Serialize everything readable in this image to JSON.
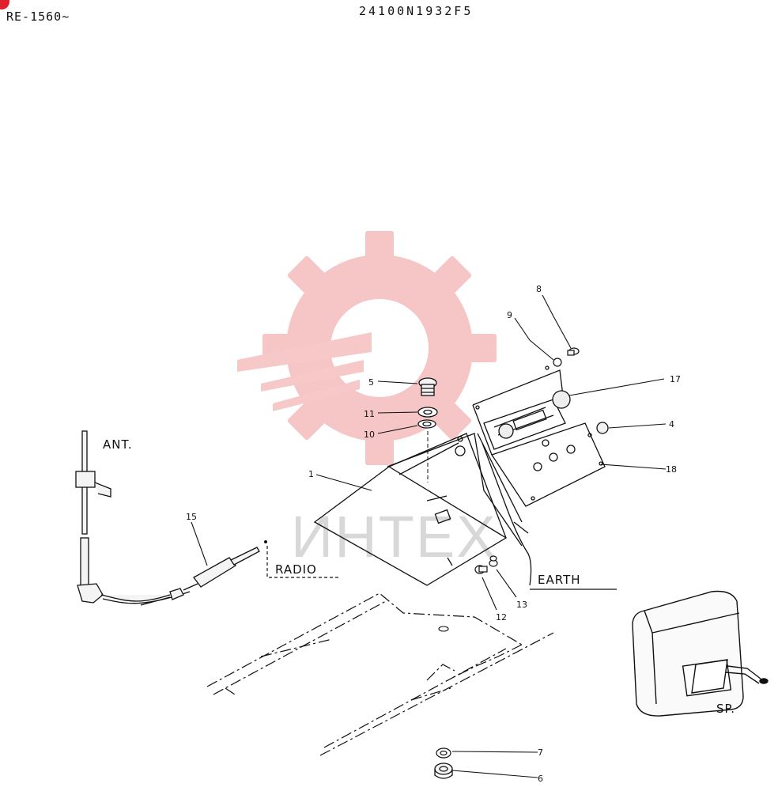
{
  "header": {
    "model": "RE-1560~",
    "drawing_number": "24100N1932F5"
  },
  "watermark": {
    "text": "ИНТЕХ",
    "color": "#f6c5c5"
  },
  "labels": {
    "antenna": "ANT.",
    "radio": "RADIO",
    "earth": "EARTH",
    "speaker": "SP."
  },
  "callouts": [
    {
      "id": "c1",
      "text": "1"
    },
    {
      "id": "c4",
      "text": "4"
    },
    {
      "id": "c5",
      "text": "5"
    },
    {
      "id": "c6",
      "text": "6"
    },
    {
      "id": "c7",
      "text": "7"
    },
    {
      "id": "c8",
      "text": "8"
    },
    {
      "id": "c9",
      "text": "9"
    },
    {
      "id": "c10",
      "text": "10"
    },
    {
      "id": "c11",
      "text": "11"
    },
    {
      "id": "c12",
      "text": "12"
    },
    {
      "id": "c13",
      "text": "13"
    },
    {
      "id": "c15",
      "text": "15"
    },
    {
      "id": "c17",
      "text": "17"
    },
    {
      "id": "c18",
      "text": "18"
    }
  ]
}
